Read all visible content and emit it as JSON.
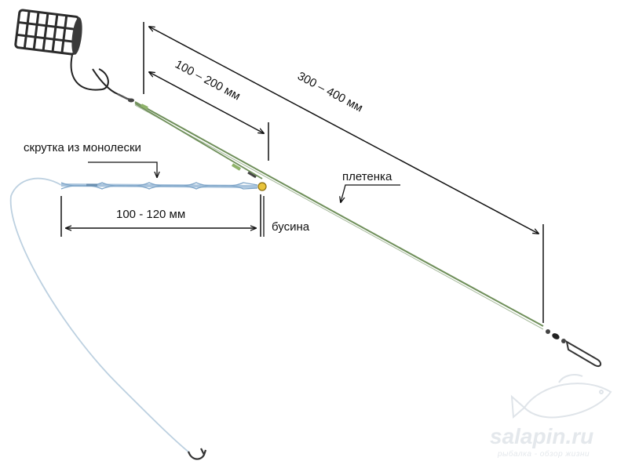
{
  "labels": {
    "dim_total": "300 – 400 мм",
    "dim_upper": "100 – 200 мм",
    "dim_leader": "100 - 120 мм",
    "twist": "скрутка из монолески",
    "braid": "плетенка",
    "bead": "бусина"
  },
  "watermark": {
    "site": "salapin.ru",
    "tagline": "рыбалка - обзор жизни"
  },
  "colors": {
    "braid_line": "#6f8f5a",
    "mono_line": "#a9c4dd",
    "bead": "#e8c33a",
    "feeder": "#2b2b2b",
    "ink": "#111111"
  },
  "icons": {
    "feeder": "feeder-cage-icon",
    "swivel": "swivel-icon",
    "hook": "hook-icon",
    "watermark_fish": "carp-watermark-icon"
  }
}
